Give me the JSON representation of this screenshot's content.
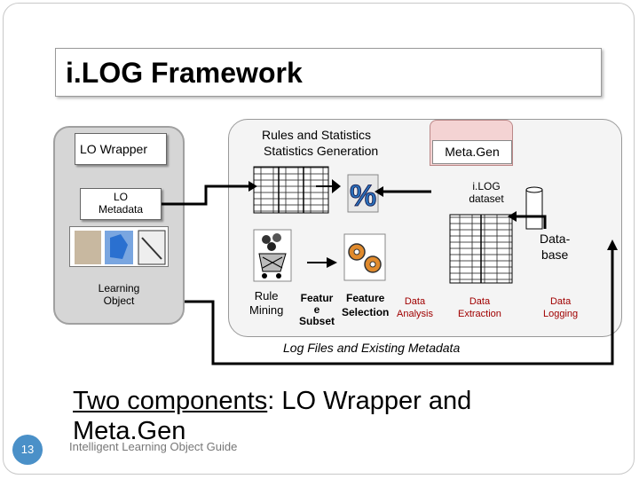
{
  "title": "i.LOG Framework",
  "labels": {
    "lo_wrapper": "LO Wrapper",
    "lo_metadata": "LO\nMetadata",
    "learning_object": "Learning\nObject",
    "rules_stats_1": "Rules and   Statistics",
    "rules_stats_2": "Statistics   Generation",
    "meta_gen": "Meta.Gen",
    "ilog_dataset": "i.LOG\ndataset",
    "database": "Data-\nbase",
    "rule_mining": "Rule\nMining",
    "featur_e_subset": "Featur\ne\nSubset",
    "feature_selection": "Feature\nSelection",
    "data_analysis": "Data\nAnalysis",
    "data_extraction": "Data\nExtraction",
    "data_logging": "Data\nLogging",
    "log_files": "Log Files and Existing Metadata"
  },
  "bottom": {
    "heading_underlined": "Two components",
    "heading_rest": ":  LO Wrapper and",
    "heading_line2": "Meta.Gen"
  },
  "footer": "Intelligent Learning Object Guide",
  "slide_number": "13",
  "colors": {
    "accent_blue": "#4a90c8",
    "meta_gen_tab": "#f4d3d3",
    "panel_gray": "#d6d6d6"
  }
}
